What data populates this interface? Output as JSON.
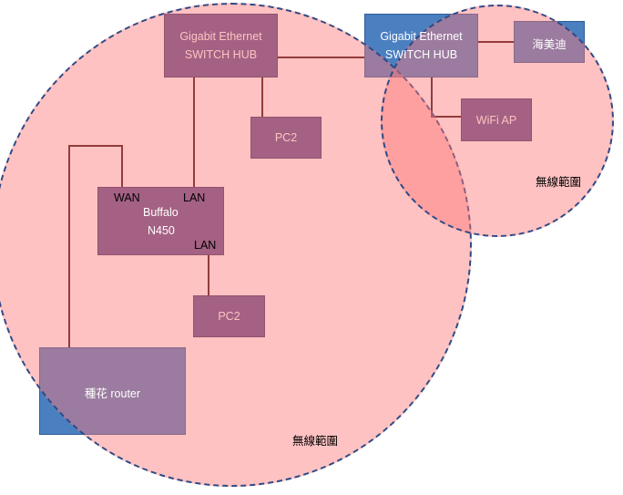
{
  "nodes": {
    "switch_left": {
      "line1": "Gigabit Ethernet",
      "line2": "SWITCH HUB"
    },
    "switch_right": {
      "line1": "Gigabit Ethernet",
      "line2": "SWITCH HUB"
    },
    "haimeidi": {
      "label": "海美迪"
    },
    "wifi_ap": {
      "label": "WiFi AP"
    },
    "pc2_top": {
      "label": "PC2"
    },
    "pc2_bottom": {
      "label": "PC2"
    },
    "buffalo": {
      "wan": "WAN",
      "lan_top": "LAN",
      "name1": "Buffalo",
      "name2": "N450",
      "lan_bottom": "LAN"
    },
    "router": {
      "label": "種花 router"
    }
  },
  "zones": {
    "large": {
      "label": "無線範圍"
    },
    "small": {
      "label": "無線範圍"
    }
  },
  "colors": {
    "box_fill": "#5a4f8c",
    "box_border": "#3d3566",
    "blue_fill": "#4a7fc0",
    "zone_fill": "#ff7878",
    "zone_border": "#2f4a86",
    "line": "#3a0a0a"
  }
}
